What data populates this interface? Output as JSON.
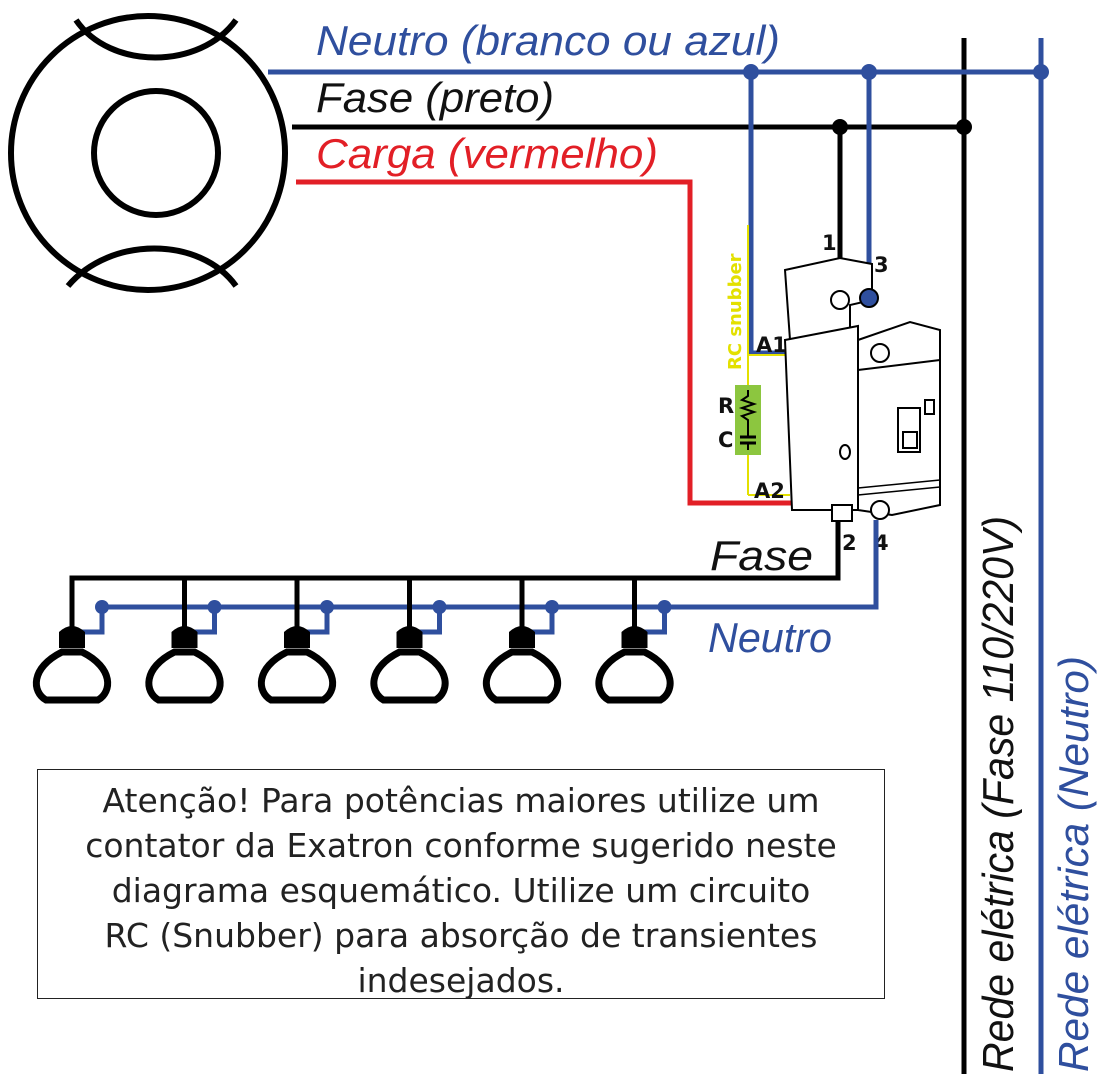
{
  "labels": {
    "neutro_top": "Neutro (branco ou azul)",
    "fase_top": "Fase (preto)",
    "carga": "Carga (vermelho)",
    "fase_lamps": "Fase",
    "neutro_lamps": "Neutro",
    "rede_fase": "Rede elétrica  (Fase 110/220V)",
    "rede_neutro": "Rede elétrica (Neutro)",
    "rc_snubber": "RC snubber",
    "resistor": "R",
    "capacitor": "C"
  },
  "terminals": {
    "t1": "1",
    "t2": "2",
    "t3": "3",
    "t4": "4",
    "a1": "A1",
    "a2": "A2"
  },
  "note": {
    "lines": [
      "Atenção! Para potências maiores utilize um",
      "contator da Exatron conforme sugerido neste",
      "diagrama esquemático. Utilize um circuito",
      "RC (Snubber) para absorção de transientes",
      "indesejados."
    ]
  },
  "colors": {
    "neutral": "#2f4f9e",
    "phase": "#111111",
    "load": "#e21f26",
    "snubber_label": "#e3e000",
    "snubber_body": "#8cc63f"
  },
  "lamp_count": 6
}
